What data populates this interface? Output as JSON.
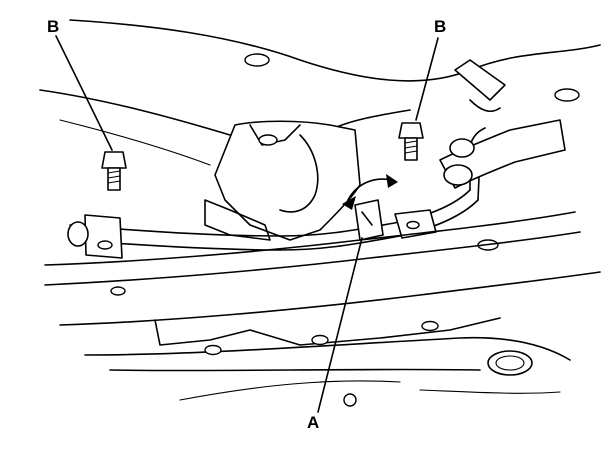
{
  "callouts": {
    "left_bolt": "B",
    "right_bolt": "B",
    "clamp": "A"
  }
}
